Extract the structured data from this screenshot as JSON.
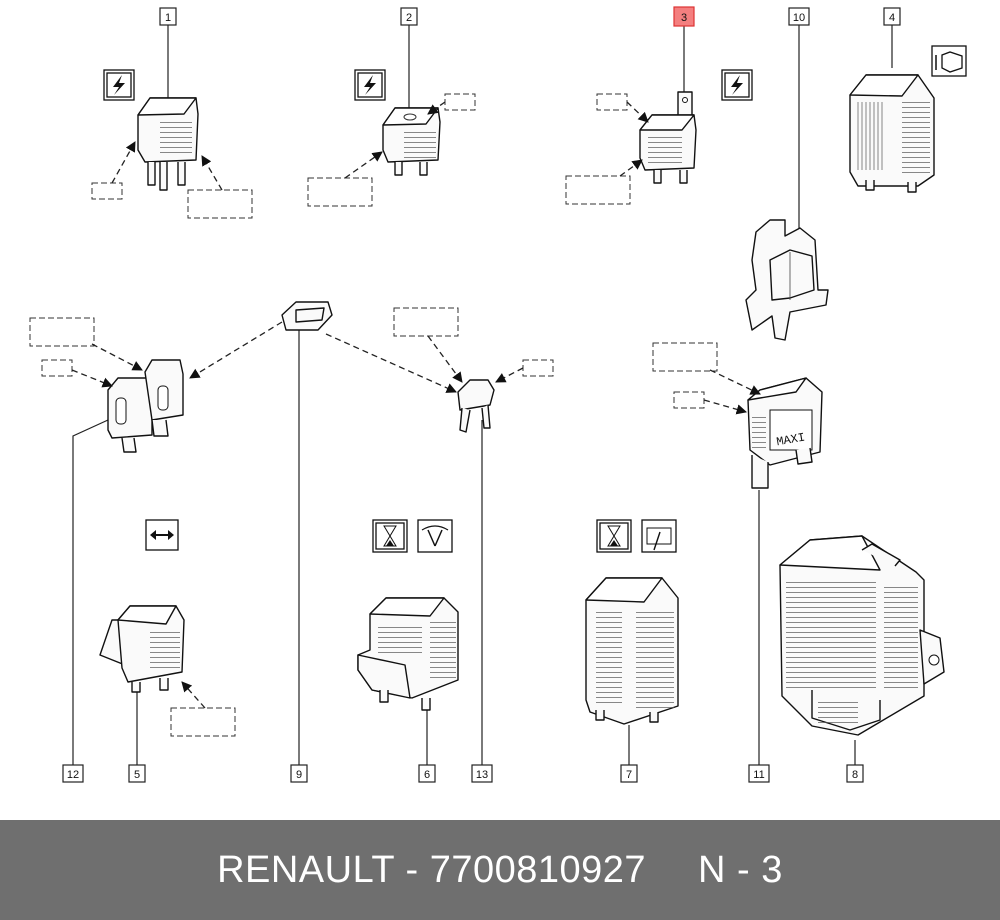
{
  "callouts": {
    "c1": "1",
    "c2": "2",
    "c3": "3",
    "c4": "4",
    "c5": "5",
    "c6": "6",
    "c7": "7",
    "c8": "8",
    "c9": "9",
    "c10": "10",
    "c11": "11",
    "c12": "12",
    "c13": "13"
  },
  "highlighted_callout": "3",
  "fuse_marking": "MAXI",
  "footer": {
    "brand_part": "RENAULT - 7700810927",
    "page": "N - 3"
  },
  "colors": {
    "highlight": "#f47f7f",
    "footer_bg": "#6f6f6f",
    "footer_text": "#ffffff"
  },
  "icons": [
    "lightning-symbol-icon",
    "horn-symbol-icon",
    "double-arrow-icon",
    "hourglass-icon",
    "wiper-icon",
    "rear-window-wiper-icon"
  ]
}
